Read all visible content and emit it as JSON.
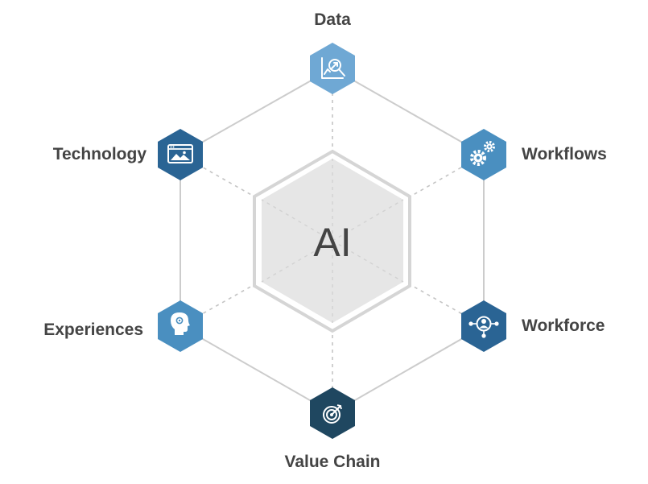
{
  "center": {
    "label": "AI"
  },
  "nodes": [
    {
      "id": "data",
      "label": "Data",
      "icon": "data-analysis-icon",
      "color": "#6FA8D4"
    },
    {
      "id": "workflows",
      "label": "Workflows",
      "icon": "gears-icon",
      "color": "#4A8FC0"
    },
    {
      "id": "workforce",
      "label": "Workforce",
      "icon": "team-network-icon",
      "color": "#2A6494"
    },
    {
      "id": "value-chain",
      "label": "Value Chain",
      "icon": "target-icon",
      "color": "#1F4760"
    },
    {
      "id": "experiences",
      "label": "Experiences",
      "icon": "head-idea-icon",
      "color": "#4A8FC0"
    },
    {
      "id": "technology",
      "label": "Technology",
      "icon": "browser-window-icon",
      "color": "#2A6494"
    }
  ],
  "colors": {
    "outline": "#cccccc",
    "dashed": "#c4c4c4",
    "center_fill": "#e6e6e6",
    "center_ring": "#d5d5d5",
    "text": "#444444"
  }
}
